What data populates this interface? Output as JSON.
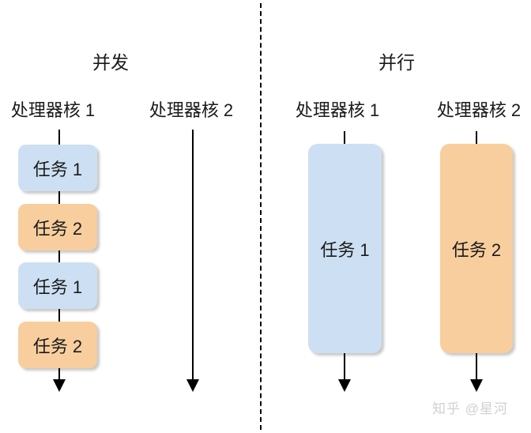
{
  "left_section": {
    "title": "并发",
    "columns": [
      {
        "label": "处理器核 1"
      },
      {
        "label": "处理器核 2"
      }
    ],
    "tasks": [
      {
        "label": "任务 1",
        "color": "#cde0f3"
      },
      {
        "label": "任务 2",
        "color": "#f8ce9e"
      },
      {
        "label": "任务 1",
        "color": "#cde0f3"
      },
      {
        "label": "任务 2",
        "color": "#f8ce9e"
      }
    ]
  },
  "right_section": {
    "title": "并行",
    "columns": [
      {
        "label": "处理器核 1",
        "task": {
          "label": "任务 1",
          "color": "#cde0f3"
        }
      },
      {
        "label": "处理器核 2",
        "task": {
          "label": "任务 2",
          "color": "#f8ce9e"
        }
      }
    ]
  },
  "watermark": "知乎 @星河",
  "colors": {
    "task_blue": "#cde0f3",
    "task_orange": "#f8ce9e",
    "line": "#000000",
    "divider": "#000000",
    "watermark_text": "#d0d0d0"
  }
}
